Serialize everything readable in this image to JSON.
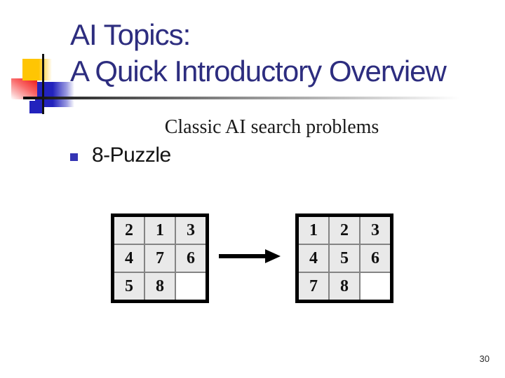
{
  "slide": {
    "title_line1": "AI Topics:",
    "title_line2": "A Quick Introductory Overview",
    "subtitle": "Classic AI search problems",
    "bullet_label": "8-Puzzle",
    "page_number": "30"
  },
  "puzzle": {
    "start_grid": [
      [
        "2",
        "1",
        "3"
      ],
      [
        "4",
        "7",
        "6"
      ],
      [
        "5",
        "8",
        ""
      ]
    ],
    "goal_grid": [
      [
        "1",
        "2",
        "3"
      ],
      [
        "4",
        "5",
        "6"
      ],
      [
        "7",
        "8",
        ""
      ]
    ]
  },
  "icons": {
    "arrow": "right-arrow",
    "bullet": "square-bullet"
  },
  "colors": {
    "title_navy": "#2d2d7f",
    "bullet_blue": "#3434b4",
    "accent_yellow": "#ffc503",
    "accent_red": "#ef1f1f",
    "accent_blue": "#2323bd",
    "grid_border": "#000000",
    "grid_line": "#848484",
    "grid_cell_bg": "#e9e9e9",
    "text_black": "#1a1a1a"
  }
}
